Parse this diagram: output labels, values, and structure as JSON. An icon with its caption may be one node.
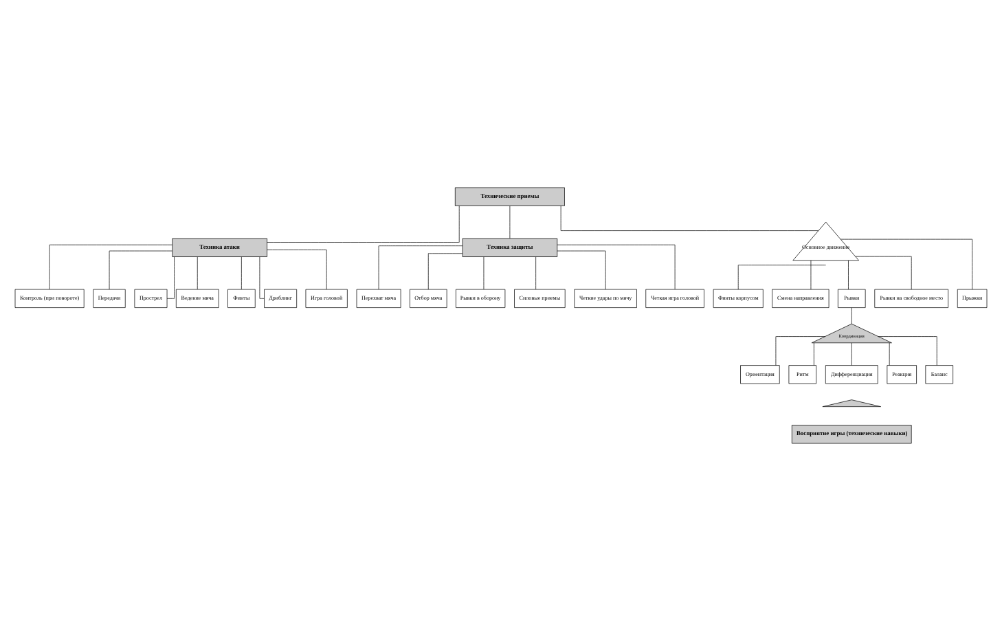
{
  "diagram": {
    "nodes": [
      {
        "text": [
          "Технические приемы"
        ]
      },
      {
        "text": [
          "Техника атаки"
        ]
      },
      {
        "text": [
          "Техника защиты"
        ]
      },
      {
        "text": [
          "Контроль (при повороте)"
        ]
      },
      {
        "text": [
          "Передачи"
        ]
      },
      {
        "text": [
          "Прострел"
        ]
      },
      {
        "text": [
          "Ведение мяча"
        ]
      },
      {
        "text": [
          "Финты"
        ]
      },
      {
        "text": [
          "Дриблинг"
        ]
      },
      {
        "text": [
          "Игра головой"
        ]
      },
      {
        "text": [
          "Основное движение"
        ]
      },
      {
        "text": [
          "Перехват мяча"
        ]
      },
      {
        "text": [
          "Отбор мяча"
        ]
      },
      {
        "text": [
          "Рывки в оборону"
        ]
      },
      {
        "text": [
          "Силовые приемы"
        ]
      },
      {
        "text": [
          "Четкие удары по мячу"
        ]
      },
      {
        "text": [
          "Четкая игра головой"
        ]
      },
      {
        "text": [
          "Финты корпусом"
        ]
      },
      {
        "text": [
          "Смена направления"
        ]
      },
      {
        "text": [
          "Рывки"
        ]
      },
      {
        "text": [
          "Рывки на свободное место"
        ]
      },
      {
        "text": [
          "Прыжки"
        ]
      },
      {
        "text": [
          "Координация"
        ]
      },
      {
        "text": [
          "Ориентация"
        ]
      },
      {
        "text": [
          "Ритм"
        ]
      },
      {
        "text": [
          "Дифференциация"
        ]
      },
      {
        "text": [
          "Реакция"
        ]
      },
      {
        "text": [
          "Баланс"
        ]
      },
      {
        "text": [],
        "shape": "triangle"
      },
      {
        "text": [
          "Восприятие игры (технические навыки)"
        ]
      }
    ],
    "edges": [
      {
        "from": 0,
        "to": 1,
        "arrow": "none"
      },
      {
        "from": 0,
        "to": 10,
        "arrow": "none"
      },
      {
        "from": 0,
        "to": 2,
        "arrow": "none"
      },
      {
        "from": 1,
        "to": 3,
        "arrow": "none"
      },
      {
        "from": 1,
        "to": 7,
        "arrow": "none"
      },
      {
        "from": 1,
        "to": 4,
        "arrow": "none"
      },
      {
        "from": 1,
        "to": 8,
        "arrow": "none"
      },
      {
        "from": 1,
        "to": 5,
        "arrow": "none"
      },
      {
        "from": 1,
        "to": 9,
        "arrow": "none"
      },
      {
        "from": 1,
        "to": 6,
        "arrow": "none"
      },
      {
        "from": 2,
        "to": 11,
        "arrow": "none"
      },
      {
        "from": 2,
        "to": 14,
        "arrow": "none"
      },
      {
        "from": 2,
        "to": 12,
        "arrow": "none"
      },
      {
        "from": 2,
        "to": 15,
        "arrow": "none"
      },
      {
        "from": 2,
        "to": 13,
        "arrow": "none"
      },
      {
        "from": 2,
        "to": 16,
        "arrow": "none"
      },
      {
        "from": 10,
        "to": 17,
        "arrow": "none"
      },
      {
        "from": 10,
        "to": 18,
        "arrow": "none"
      },
      {
        "from": 10,
        "to": 19,
        "arrow": "none"
      },
      {
        "from": 10,
        "to": 20,
        "arrow": "none"
      },
      {
        "from": 10,
        "to": 21,
        "arrow": "none"
      },
      {
        "from": 19,
        "to": 22,
        "arrow": "none"
      },
      {
        "from": 22,
        "to": 23,
        "arrow": "none"
      },
      {
        "from": 22,
        "to": 24,
        "arrow": "none"
      },
      {
        "from": 22,
        "to": 25,
        "arrow": "none"
      },
      {
        "from": 22,
        "to": 26,
        "arrow": "none"
      },
      {
        "from": 22,
        "to": 27,
        "arrow": "none"
      }
    ]
  }
}
